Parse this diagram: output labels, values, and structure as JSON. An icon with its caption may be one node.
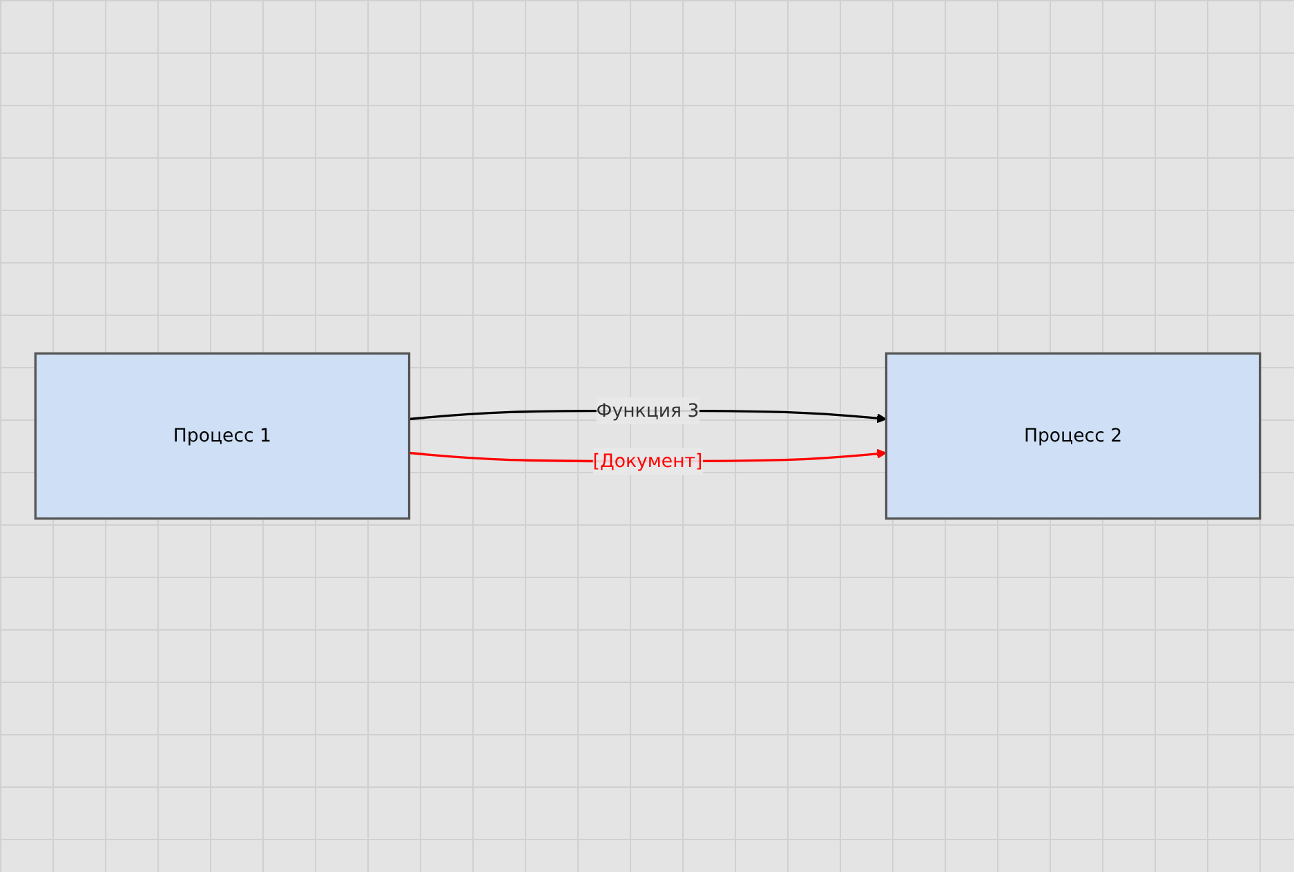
{
  "diagram": {
    "nodes": [
      {
        "text": [
          "Процесс 1"
        ]
      },
      {
        "text": [
          "Процесс 2"
        ]
      }
    ],
    "edges": [
      {
        "from": 0,
        "to": 1,
        "arrow": "to",
        "label": "Функция 3"
      },
      {
        "from": 0,
        "to": 1,
        "arrow": "to",
        "label": "[Документ]",
        "color": "#ff0000"
      }
    ]
  }
}
